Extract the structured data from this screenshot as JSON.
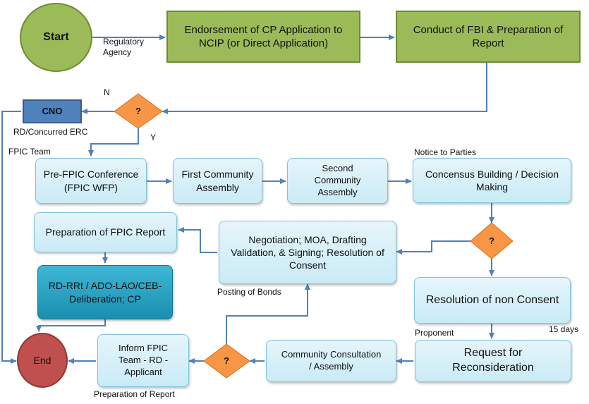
{
  "colors": {
    "start": "#9bbb59",
    "end": "#c0504d",
    "process": "#9bbb59",
    "decision": "#f79646",
    "cno": "#4f81bd",
    "connector": "#4f81bd"
  },
  "nodes": {
    "start": "Start",
    "endorsement": "Endorsement of CP Application to NCIP (or Direct Application)",
    "fbi": "Conduct of FBI & Preparation of Report",
    "decision1": "?",
    "cno": "CNO",
    "pre_fpic": "Pre-FPIC Conference (FPIC WFP)",
    "first_assembly": "First Community Assembly",
    "second_assembly": "Second Community Assembly",
    "consensus": "Concensus Building / Decision Making",
    "decision2": "?",
    "negotiation": "Negotiation; MOA, Drafting Validation, & Signing; Resolution of Consent",
    "fpic_report": "Preparation of FPIC Report",
    "rd_rrt": "RD-RRt / ADO-LAO/CEB-Deliberation; CP",
    "non_consent": "Resolution of non Consent",
    "reconsideration": "Request for Reconsideration",
    "consultation": "Community Consultation / Assembly",
    "decision3": "?",
    "inform": "Inform FPIC Team - RD - Applicant",
    "end": "End"
  },
  "labels": {
    "regulatory_agency": "Regulatory Agency",
    "n": "N",
    "y": "Y",
    "rd_concurred": "RD/Concurred ERC",
    "fpic_team": "FPIC Team",
    "notice": "Notice to Parties",
    "posting": "Posting of Bonds",
    "proponent": "Proponent",
    "days": "15 days",
    "prep_report": "Preparation of Report"
  }
}
